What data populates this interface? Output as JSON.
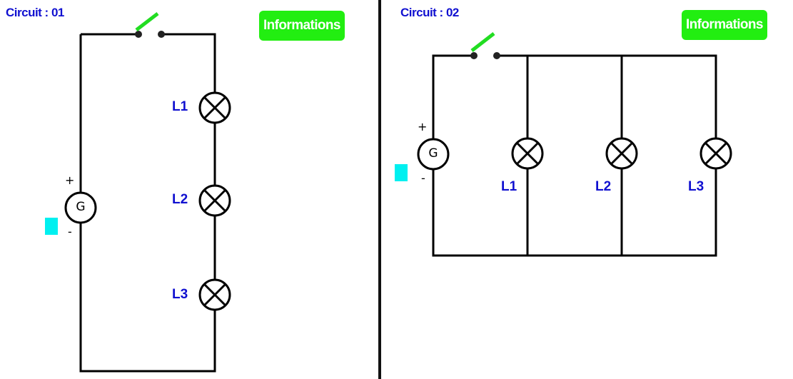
{
  "circuits": [
    {
      "title": "Circuit : 01",
      "info_button": "Informations",
      "generator": {
        "label": "G",
        "plus": "+",
        "minus": "-"
      },
      "lamps": [
        {
          "label": "L1"
        },
        {
          "label": "L2"
        },
        {
          "label": "L3"
        }
      ],
      "connection": "series",
      "switch_state": "open"
    },
    {
      "title": "Circuit : 02",
      "info_button": "Informations",
      "generator": {
        "label": "G",
        "plus": "+",
        "minus": "-"
      },
      "lamps": [
        {
          "label": "L1"
        },
        {
          "label": "L2"
        },
        {
          "label": "L3"
        }
      ],
      "connection": "parallel",
      "switch_state": "open"
    }
  ],
  "colors": {
    "title": "#1010d0",
    "button": "#22ee11",
    "switch_lever": "#22dd22",
    "marker": "#00f0f0",
    "wire": "#000000"
  }
}
